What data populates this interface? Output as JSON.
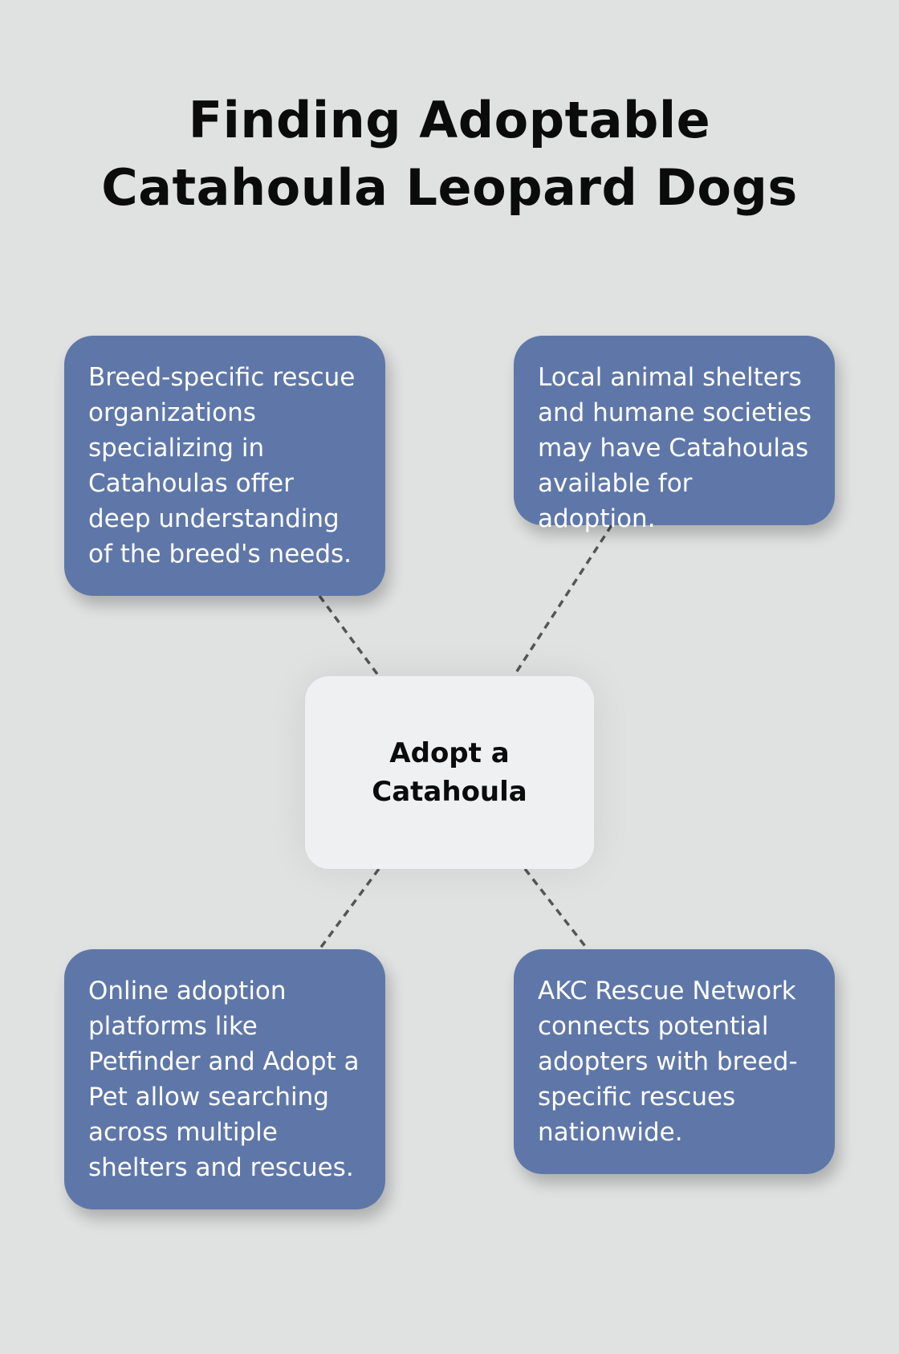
{
  "title": "Finding Adoptable Catahoula Leopard Dogs",
  "center": {
    "label": "Adopt a Catahoula"
  },
  "nodes": [
    {
      "id": "breed-specific-rescues",
      "text": "Breed-specific rescue organizations specializing in Catahoulas offer deep understanding of the breed's needs."
    },
    {
      "id": "local-shelters",
      "text": "Local animal shelters and humane societies may have Catahoulas available for adoption."
    },
    {
      "id": "online-platforms",
      "text": "Online adoption platforms like Petfinder and Adopt a Pet allow searching across multiple shelters and rescues."
    },
    {
      "id": "akc-rescue-network",
      "text": "AKC Rescue Network connects potential adopters with breed-specific rescues nationwide."
    }
  ],
  "colors": {
    "background": "#e0e1e1",
    "node_fill": "#5f77a8",
    "center_fill": "#eff0f2",
    "connector": "#555555"
  }
}
